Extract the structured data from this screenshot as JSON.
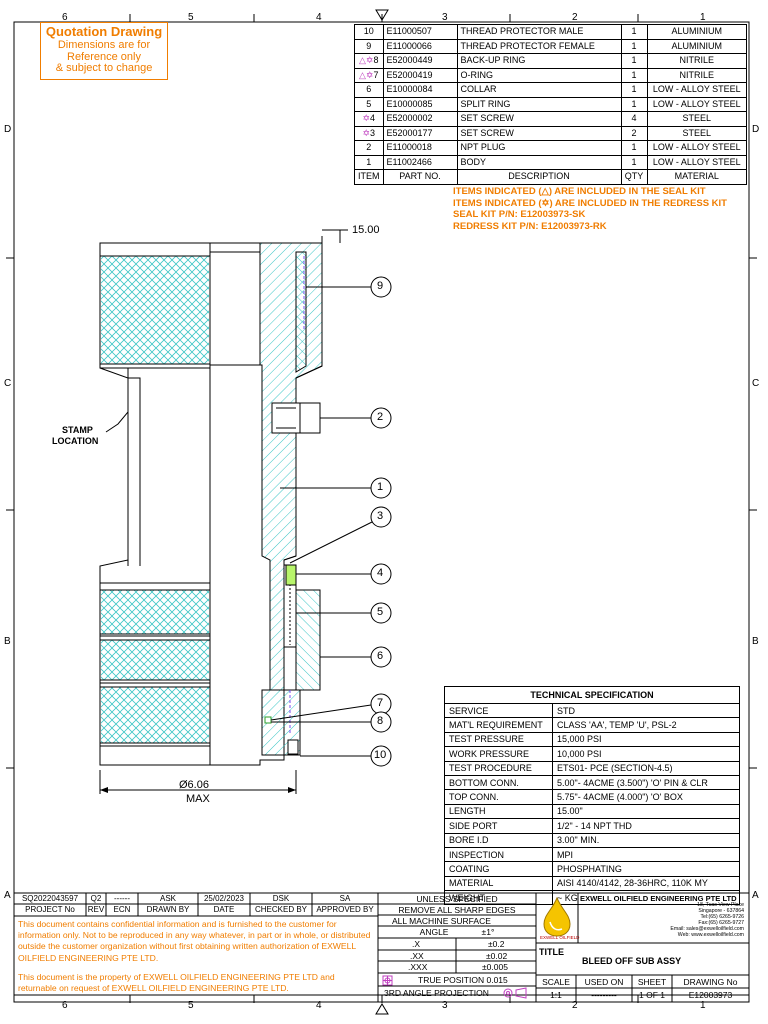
{
  "zones": {
    "top": [
      "6",
      "5",
      "4",
      "3",
      "2",
      "1"
    ],
    "side_left": [
      "D",
      "C",
      "B",
      "A"
    ],
    "side_right": [
      "D",
      "C",
      "B",
      "A"
    ]
  },
  "quote": {
    "title": "Quotation Drawing",
    "line1": "Dimensions are for",
    "line2": "Reference only",
    "line3": "& subject to change"
  },
  "bom": {
    "rows": [
      {
        "item": "10",
        "part": "E11000507",
        "desc": "THREAD PROTECTOR MALE",
        "qty": "1",
        "mat": "ALUMINIUM",
        "mark": ""
      },
      {
        "item": "9",
        "part": "E11000066",
        "desc": "THREAD PROTECTOR FEMALE",
        "qty": "1",
        "mat": "ALUMINIUM",
        "mark": ""
      },
      {
        "item": "8",
        "part": "E52000449",
        "desc": "BACK-UP RING",
        "qty": "1",
        "mat": "NITRILE",
        "mark": "△✡"
      },
      {
        "item": "7",
        "part": "E52000419",
        "desc": "O-RING",
        "qty": "1",
        "mat": "NITRILE",
        "mark": "△✡"
      },
      {
        "item": "6",
        "part": "E10000084",
        "desc": "COLLAR",
        "qty": "1",
        "mat": "LOW - ALLOY STEEL",
        "mark": ""
      },
      {
        "item": "5",
        "part": "E10000085",
        "desc": "SPLIT RING",
        "qty": "1",
        "mat": "LOW - ALLOY STEEL",
        "mark": ""
      },
      {
        "item": "4",
        "part": "E52000002",
        "desc": "SET SCREW",
        "qty": "4",
        "mat": "STEEL",
        "mark": "✡"
      },
      {
        "item": "3",
        "part": "E52000177",
        "desc": "SET SCREW",
        "qty": "2",
        "mat": "STEEL",
        "mark": "✡"
      },
      {
        "item": "2",
        "part": "E11000018",
        "desc": "NPT PLUG",
        "qty": "1",
        "mat": "LOW - ALLOY STEEL",
        "mark": ""
      },
      {
        "item": "1",
        "part": "E11002466",
        "desc": "BODY",
        "qty": "1",
        "mat": "LOW - ALLOY STEEL",
        "mark": ""
      }
    ],
    "header": {
      "item": "ITEM",
      "part": "PART NO.",
      "desc": "DESCRIPTION",
      "qty": "QTY",
      "mat": "MATERIAL"
    }
  },
  "notes": {
    "l1a": "ITEMS INDICATED (",
    "l1b": ") ARE INCLUDED IN THE SEAL KIT",
    "l2a": "ITEMS INDICATED (",
    "l2b": ") ARE INCLUDED IN THE REDRESS KIT",
    "l3": "SEAL KIT P/N: E12003973-SK",
    "l4": "REDRESS KIT P/N: E12003973-RK"
  },
  "drawing": {
    "dim_top": "15.00",
    "dim_dia": "Ø6.06",
    "dim_max": "MAX",
    "stamp1": "STAMP",
    "stamp2": "LOCATION",
    "callouts": [
      "9",
      "2",
      "1",
      "3",
      "4",
      "5",
      "6",
      "7",
      "8",
      "10"
    ]
  },
  "tech": {
    "title": "TECHNICAL SPECIFICATION",
    "rows": [
      [
        "SERVICE",
        "STD"
      ],
      [
        "MAT'L REQUIREMENT",
        "CLASS 'AA', TEMP 'U', PSL-2"
      ],
      [
        "TEST PRESSURE",
        "15,000 PSI"
      ],
      [
        "WORK PRESSURE",
        "10,000 PSI"
      ],
      [
        "TEST PROCEDURE",
        "ETS01- PCE (SECTION-4.5)"
      ],
      [
        "BOTTOM CONN.",
        "5.00\"- 4ACME (3.500\") 'O' PIN & CLR"
      ],
      [
        "TOP CONN.",
        "5.75\"- 4ACME (4.000\") 'O' BOX"
      ],
      [
        "LENGTH",
        "15.00\""
      ],
      [
        "SIDE PORT",
        "1/2\" - 14 NPT THD"
      ],
      [
        "BORE I.D",
        "3.00\" MIN."
      ],
      [
        "INSPECTION",
        "MPI"
      ],
      [
        "COATING",
        "PHOSPHATING"
      ],
      [
        "MATERIAL",
        "AISI 4140/4142, 28-36HRC, 110K MY"
      ],
      [
        "WEIGHT",
        "~ KG"
      ]
    ]
  },
  "titleblock": {
    "rev_values": [
      "SQ2022043597",
      "Q2",
      "------",
      "ASK",
      "25/02/2023",
      "DSK",
      "SA"
    ],
    "rev_headers": [
      "PROJECT No",
      "REV",
      "ECN",
      "DRAWN BY",
      "DATE",
      "CHECKED BY",
      "APPROVED BY"
    ],
    "conf1": "This document contains confidential information and is furnished to the customer for information only. Not to be reproduced in any way whatever, in part or in whole, or distributed outside the customer organization without first obtaining written authorization of  EXWELL OILFIELD  ENGINEERING PTE LTD.",
    "conf2": "This document is the property of EXWELL OILFIELD  ENGINEERING PTE LTD and returnable on request of EXWELL OILFIELD  ENGINEERING PTE LTD.",
    "tol": {
      "h1": "UNLESS SPECIFIED",
      "h2": "REMOVE ALL SHARP EDGES",
      "h3": "ALL MACHINE SURFACE",
      "rows": [
        [
          "ANGLE",
          "±1°"
        ],
        [
          ".X",
          "±0.2"
        ],
        [
          ".XX",
          "±0.02"
        ],
        [
          ".XXX",
          "±0.005"
        ]
      ],
      "true_pos": "TRUE POSITION 0.015",
      "proj": "3RD ANGLE PROJECTION"
    },
    "company": "EXWELL OILFIELD ENGINEERING PTE LTD",
    "addr": [
      "18, Tuas View Place",
      "Singapore - 637864",
      "Tel:(65) 6265-9726",
      "Fax:(65) 6265-9727",
      "Email: sales@exwelloilfield.com",
      "Web: www.exwelloilfield.com"
    ],
    "logo_text": "EXWELL OILFIELD",
    "title_label": "TITLE",
    "title": "BLEED OFF SUB ASSY",
    "bottom_headers": [
      "SCALE",
      "USED ON",
      "SHEET",
      "DRAWING No"
    ],
    "bottom_values": [
      "1:1",
      "---------",
      "1 OF 1",
      "E12003973"
    ]
  },
  "colors": {
    "accent": "#f07d00",
    "hatch": "#3cc6c6",
    "line": "#000000"
  }
}
